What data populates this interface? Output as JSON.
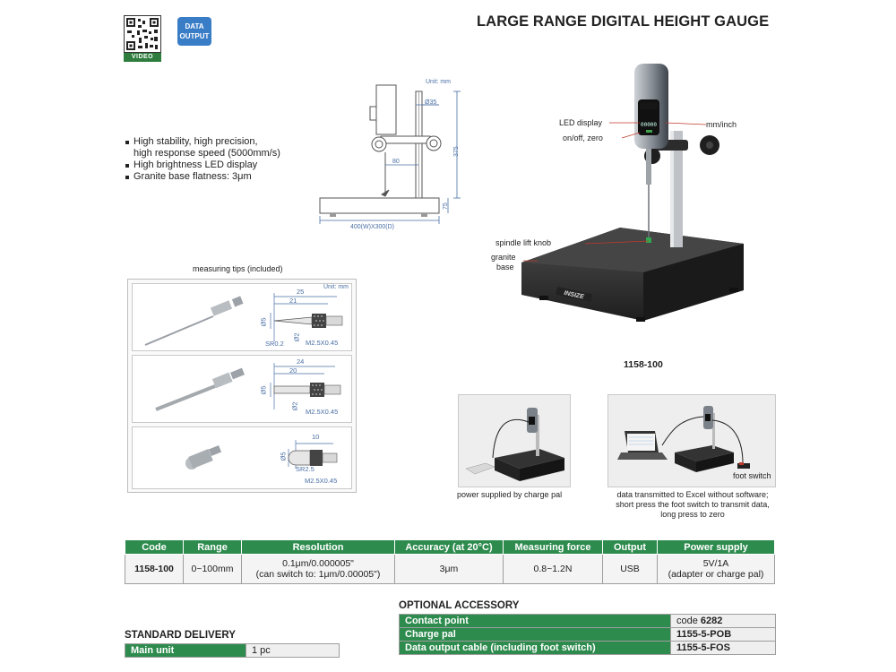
{
  "header": {
    "title": "LARGE RANGE DIGITAL HEIGHT GAUGE",
    "qr_label": "VIDEO",
    "badge_line1": "DATA",
    "badge_line2": "OUTPUT"
  },
  "features": [
    "High stability, high precision,",
    "high response speed (5000mm/s)",
    "High brightness LED display",
    "Granite base flatness: 3μm"
  ],
  "drawing": {
    "unit": "Unit: mm",
    "dim_35": "Ø35",
    "dim_80": "80",
    "dim_375": "375",
    "dim_75": "75",
    "dim_base": "400(W)X300(D)"
  },
  "product": {
    "label_led": "LED display",
    "label_onoff": "on/off, zero",
    "label_mm": "mm/inch",
    "label_spindle": "spindle lift knob",
    "label_granite_1": "granite",
    "label_granite_2": "base",
    "brand": "INSIZE",
    "display_value": "00000",
    "model": "1158-100"
  },
  "tips": {
    "title": "measuring tips (included)",
    "unit": "Unit: mm",
    "rows": [
      {
        "len": "25",
        "len2": "21",
        "dia": "Ø5",
        "dia2": "Ø2",
        "sr": "SR0.2",
        "thread": "M2.5X0.45"
      },
      {
        "len": "24",
        "len2": "20",
        "dia": "Ø5",
        "dia2": "Ø2",
        "thread": "M2.5X0.45"
      },
      {
        "len": "10",
        "dia": "Ø5",
        "sr": "SR2.5",
        "thread": "M2.5X0.45"
      }
    ]
  },
  "photos": {
    "caption1": "power supplied by charge pal",
    "caption2_line1": "data transmitted to Excel without software;",
    "caption2_line2": "short press the foot switch to transmit data,",
    "caption2_line3": "long press to zero",
    "foot_switch": "foot switch"
  },
  "spec_table": {
    "headers": [
      "Code",
      "Range",
      "Resolution",
      "Accuracy (at 20°C)",
      "Measuring force",
      "Output",
      "Power supply"
    ],
    "row": {
      "code": "1158-100",
      "range": "0~100mm",
      "resolution_1": "0.1μm/0.000005\"",
      "resolution_2": "(can switch to: 1μm/0.00005\")",
      "accuracy": "3μm",
      "force": "0.8~1.2N",
      "output": "USB",
      "power_1": "5V/1A",
      "power_2": "(adapter or charge pal)"
    }
  },
  "optional": {
    "title": "OPTIONAL ACCESSORY",
    "items": [
      {
        "name": "Contact point",
        "code_prefix": "code ",
        "code": "6282"
      },
      {
        "name": "Charge pal",
        "code_prefix": "",
        "code": "1155-5-POB"
      },
      {
        "name": "Data output cable (including foot switch)",
        "code_prefix": "",
        "code": "1155-5-FOS"
      }
    ]
  },
  "standard": {
    "title": "STANDARD DELIVERY",
    "items": [
      {
        "name": "Main unit",
        "qty": "1 pc"
      }
    ]
  },
  "colors": {
    "green": "#2e8b4e",
    "blue": "#3a7dc7",
    "dim_line": "#4a6fa5"
  }
}
